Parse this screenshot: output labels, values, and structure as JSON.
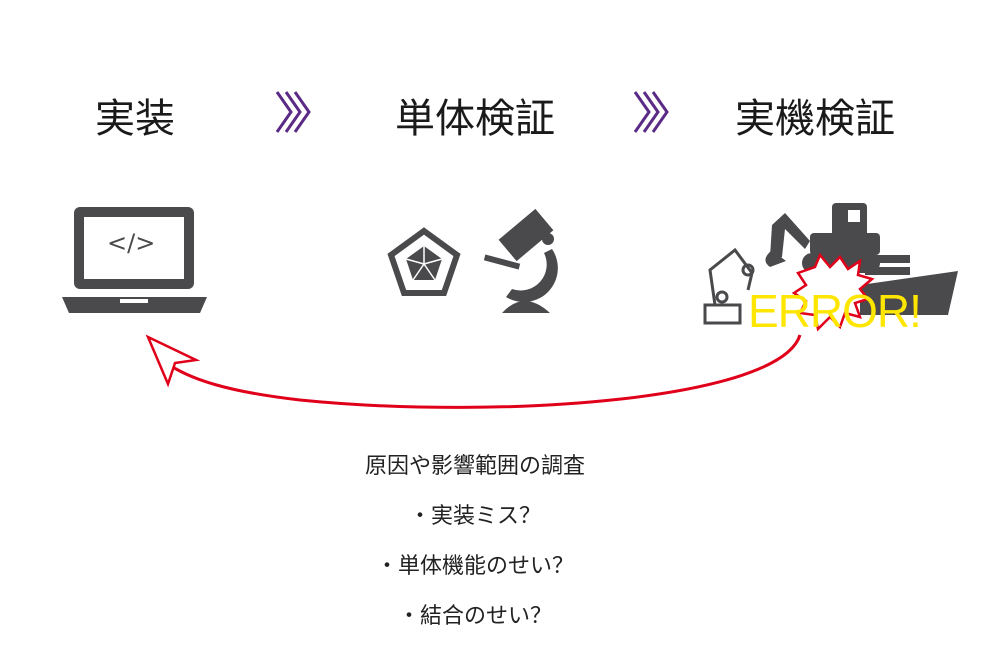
{
  "steps": [
    {
      "label": "実装",
      "icon": "laptop-code-icon"
    },
    {
      "label": "単体検証",
      "icon": "radar-microscope-icon"
    },
    {
      "label": "実機検証",
      "icon": "machines-icon"
    }
  ],
  "laptop_code": "</>",
  "error_label": "ERROR!",
  "notes": {
    "heading": "原因や影響範囲の調査",
    "items": [
      "・実装ミス？",
      "・単体機能のせい？",
      "・結合のせい？"
    ]
  },
  "colors": {
    "chevron": "#5b2a86",
    "arrow": "#e0001a",
    "error_text": "#ffe600",
    "icon": "#4a4a4c"
  }
}
